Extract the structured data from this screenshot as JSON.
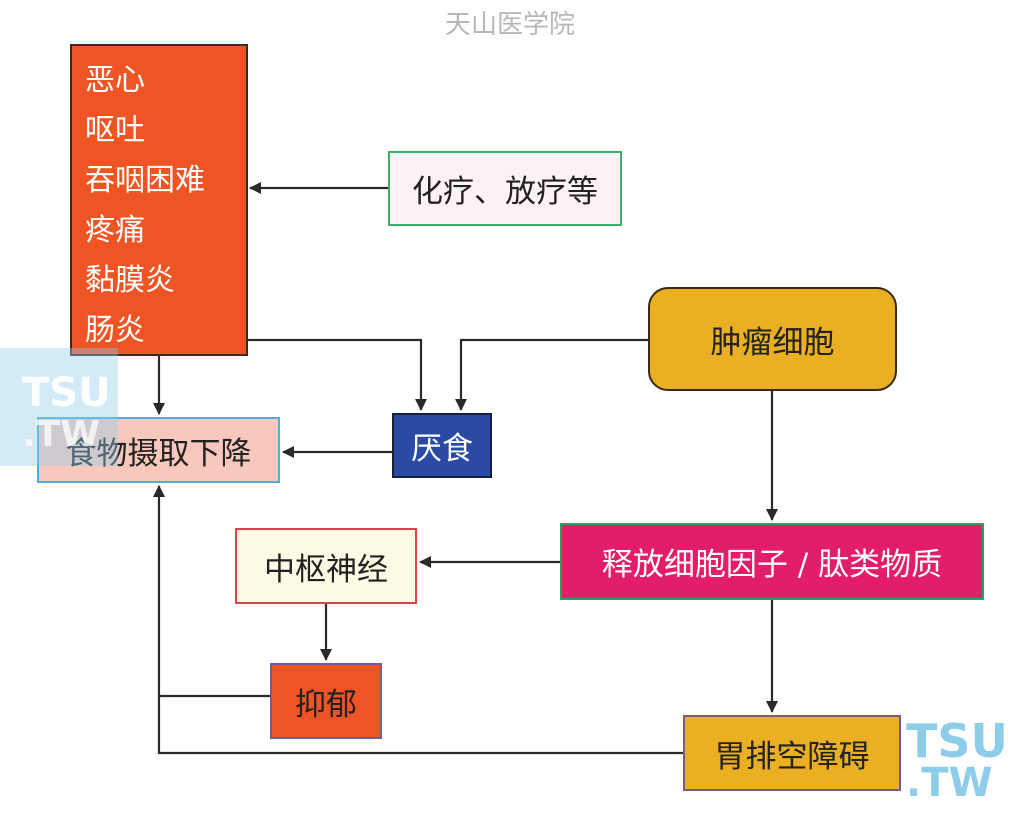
{
  "title": "天山医学院",
  "nodes": {
    "symptoms": [
      "恶心",
      "呕吐",
      "吞咽困难",
      "疼痛",
      "黏膜炎",
      "肠炎"
    ],
    "chemo": "化疗、放疗等",
    "tumor": "肿瘤细胞",
    "anorexia": "厌食",
    "intake": "食物摄取下降",
    "cytokine": "释放细胞因子 / 肽类物质",
    "cns": "中枢神经",
    "depression": "抑郁",
    "gastric": "胃排空障碍"
  },
  "watermark": {
    "line1": "TSU",
    "line2": ".TW"
  },
  "colors": {
    "orange": "#ef5424",
    "gold": "#eaaf22",
    "blue": "#2b4aa3",
    "magenta": "#e21d6a",
    "pink": "#f8c8bc"
  }
}
